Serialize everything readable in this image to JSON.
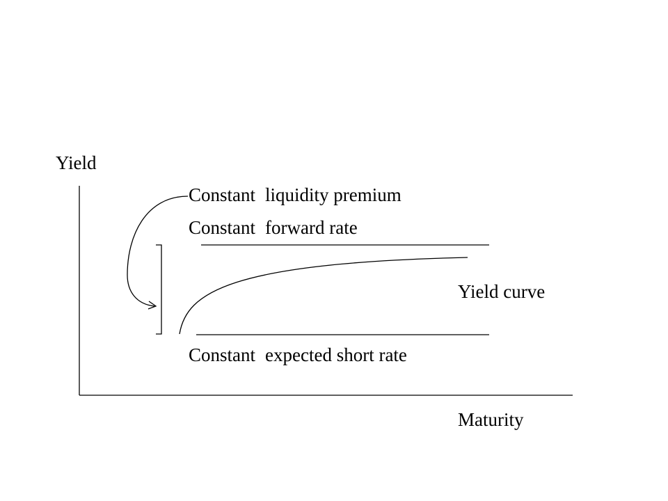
{
  "diagram": {
    "y_axis_label": "Yield",
    "x_axis_label": "Maturity",
    "labels": {
      "liquidity_premium": [
        "Constant",
        "liquidity premium"
      ],
      "forward_rate": [
        "Constant",
        "forward rate"
      ],
      "yield_curve": "Yield curve",
      "expected_short_rate": [
        "Constant",
        "expected short rate"
      ]
    },
    "line_color": "#000000",
    "background": "#ffffff"
  }
}
